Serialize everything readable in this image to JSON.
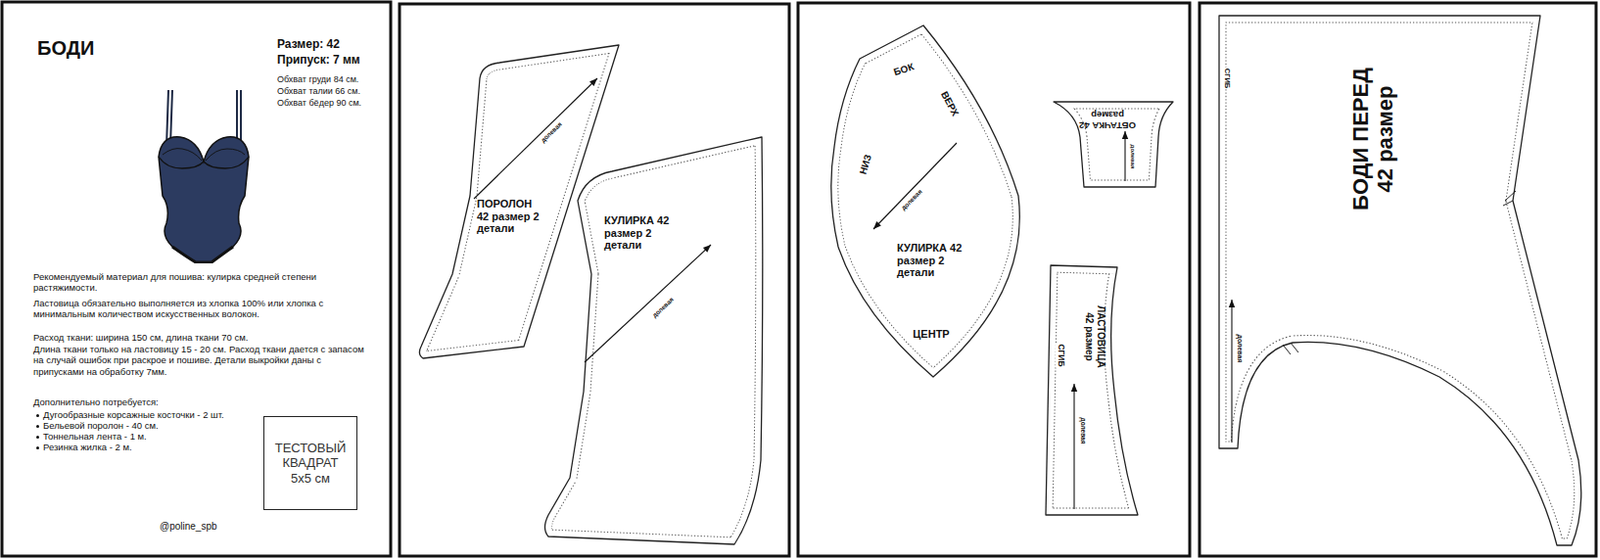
{
  "diagram": {
    "title": "БОДИ",
    "nodes": [
      {
        "text": [
          "ТЕСТОВЫЙ КВАДРАТ 5x5 см"
        ]
      },
      {
        "text": [
          "ПОРОЛОН 42 размер 2 детали",
          "долевая"
        ]
      },
      {
        "text": [
          "КУЛИРКА 42 размер 2 детали",
          "долевая"
        ]
      },
      {
        "text": [
          "БОК",
          "ВЕРХ",
          "НИЗ",
          "долевая",
          "КУЛИРКА 42 размер 2 детали",
          "ЦЕНТР"
        ]
      },
      {
        "text": [
          "ОБТАЧКА 42 размер",
          "долевая"
        ]
      },
      {
        "text": [
          "ЛАСТОВИЦА 42 размер",
          "СГИБ",
          "долевая"
        ]
      },
      {
        "text": [
          "СГИБ",
          "БОДИ ПЕРЕД 42 размер",
          "долевая"
        ]
      }
    ],
    "labels": [
      "Размер: 42",
      "Припуск: 7 мм",
      "Обхват груди 84 см.",
      "Обхват талии 66 см.",
      "Обхват бёдер 90 см.",
      "Рекомендуемый материал для пошива: кулирка средней степени растяжимости.",
      "Ластовица обязательно выполняется из хлопка 100% или хлопка с минимальным количеством искусственных волокон.",
      "Расход ткани: ширина 150 см, длина ткани 70 см.",
      "Длина ткани только на ластовицу 15 - 20 см. Расход ткани дается с запасом на случай ошибок при раскрое и пошиве. Детали выкройки даны с припусками на обработку 7мм.",
      "Дополнительно потребуется:",
      "Дугообразные корсажные косточки - 2 шт.",
      "Бельевой поролон - 40 см.",
      "Тоннельная лента - 1 м.",
      "Резинка жилка - 2 м.",
      "@poline_spb"
    ]
  }
}
